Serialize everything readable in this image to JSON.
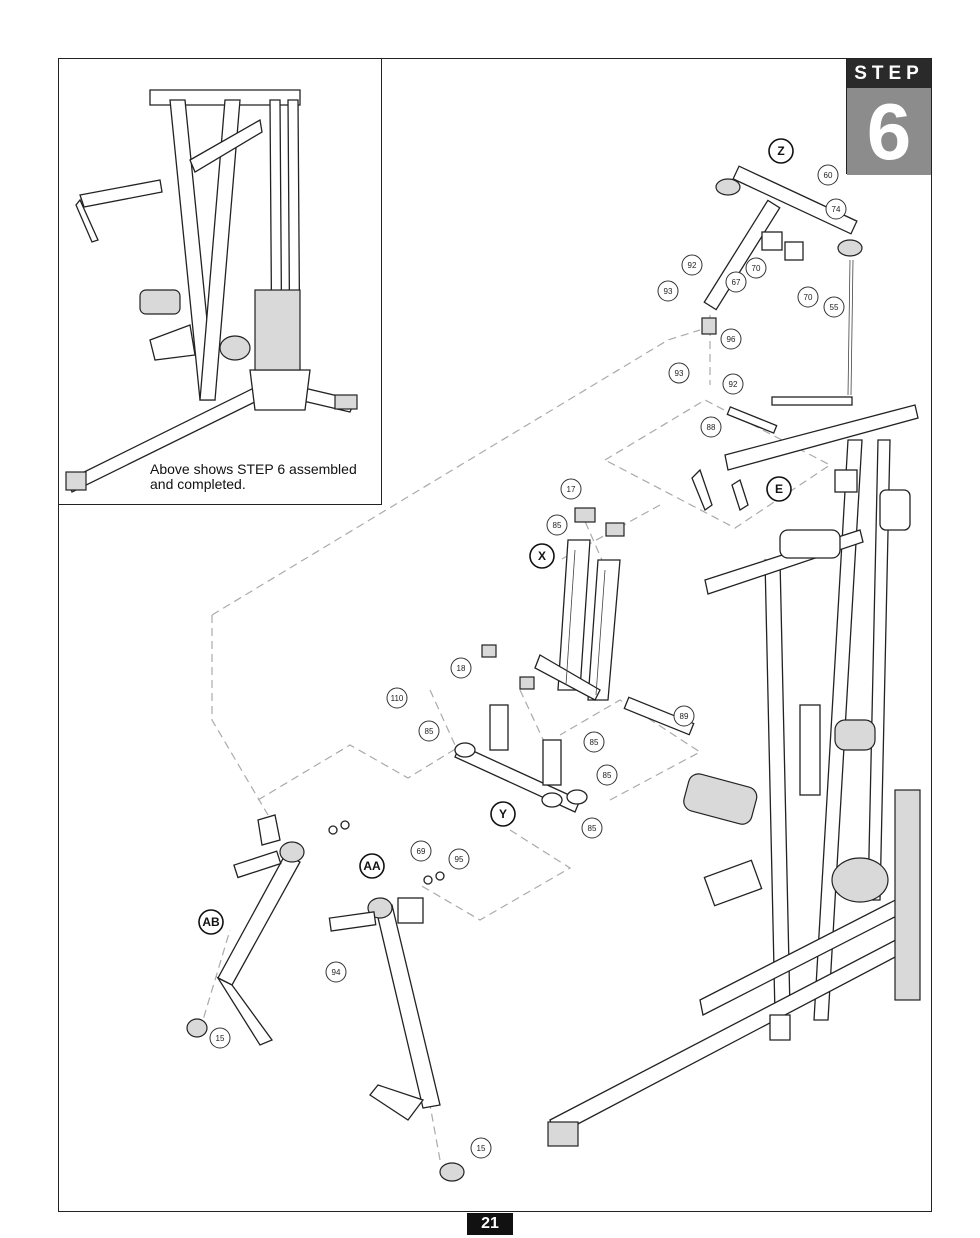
{
  "step": {
    "word": "STEP",
    "number": "6"
  },
  "inset": {
    "caption_line1": "Above shows STEP 6 assembled",
    "caption_line2": "and completed."
  },
  "page_number": "21",
  "letters": [
    "Z",
    "E",
    "X",
    "Y",
    "AA",
    "AB"
  ],
  "callouts": [
    "60",
    "74",
    "92",
    "93",
    "67",
    "70",
    "70",
    "55",
    "96",
    "93",
    "92",
    "88",
    "17",
    "85",
    "18",
    "110",
    "85",
    "85",
    "89",
    "85",
    "85",
    "69",
    "95",
    "94",
    "15",
    "15"
  ]
}
